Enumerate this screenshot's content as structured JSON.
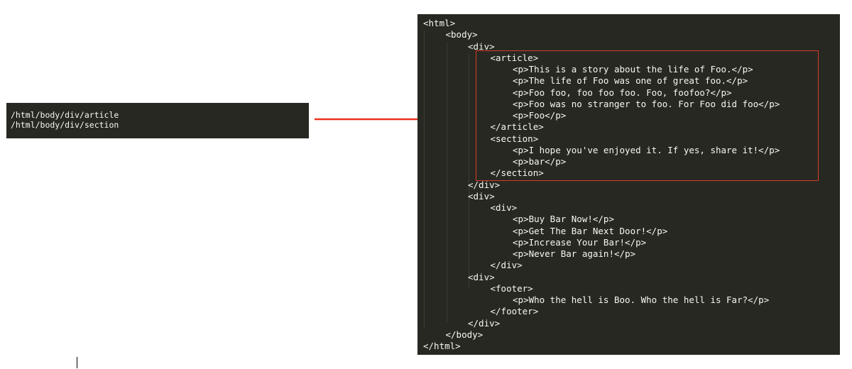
{
  "xpath_panel": {
    "lines": [
      "/html/body/div/article",
      "/html/body/div/section"
    ]
  },
  "arrow": {
    "color": "#e8321e"
  },
  "code_panel": {
    "background": "#272822",
    "text_color": "#f8f8f2",
    "highlight_color": "#d93a26",
    "lines": [
      {
        "indent": 0,
        "text": "<html>"
      },
      {
        "indent": 1,
        "text": "<body>"
      },
      {
        "indent": 2,
        "text": "<div>"
      },
      {
        "indent": 3,
        "text": "<article>"
      },
      {
        "indent": 4,
        "text": "<p>This is a story about the life of Foo.</p>"
      },
      {
        "indent": 4,
        "text": "<p>The life of Foo was one of great foo.</p>"
      },
      {
        "indent": 4,
        "text": "<p>Foo foo, foo foo foo. Foo, foofoo?</p>"
      },
      {
        "indent": 4,
        "text": "<p>Foo was no stranger to foo. For Foo did foo</p>"
      },
      {
        "indent": 4,
        "text": "<p>Foo</p>"
      },
      {
        "indent": 3,
        "text": "</article>"
      },
      {
        "indent": 3,
        "text": "<section>"
      },
      {
        "indent": 4,
        "text": "<p>I hope you've enjoyed it. If yes, share it!</p>"
      },
      {
        "indent": 4,
        "text": "<p>bar</p>"
      },
      {
        "indent": 3,
        "text": "</section>"
      },
      {
        "indent": 2,
        "text": "</div>"
      },
      {
        "indent": 2,
        "text": "<div>"
      },
      {
        "indent": 3,
        "text": "<div>"
      },
      {
        "indent": 4,
        "text": "<p>Buy Bar Now!</p>"
      },
      {
        "indent": 4,
        "text": "<p>Get The Bar Next Door!</p>"
      },
      {
        "indent": 4,
        "text": "<p>Increase Your Bar!</p>"
      },
      {
        "indent": 4,
        "text": "<p>Never Bar again!</p>"
      },
      {
        "indent": 3,
        "text": "</div>"
      },
      {
        "indent": 2,
        "text": "<div>"
      },
      {
        "indent": 3,
        "text": "<footer>"
      },
      {
        "indent": 4,
        "text": "<p>Who the hell is Boo. Who the hell is Far?</p>"
      },
      {
        "indent": 3,
        "text": "</footer>"
      },
      {
        "indent": 2,
        "text": "</div>"
      },
      {
        "indent": 1,
        "text": "</body>"
      },
      {
        "indent": 0,
        "text": "</html>"
      }
    ]
  }
}
